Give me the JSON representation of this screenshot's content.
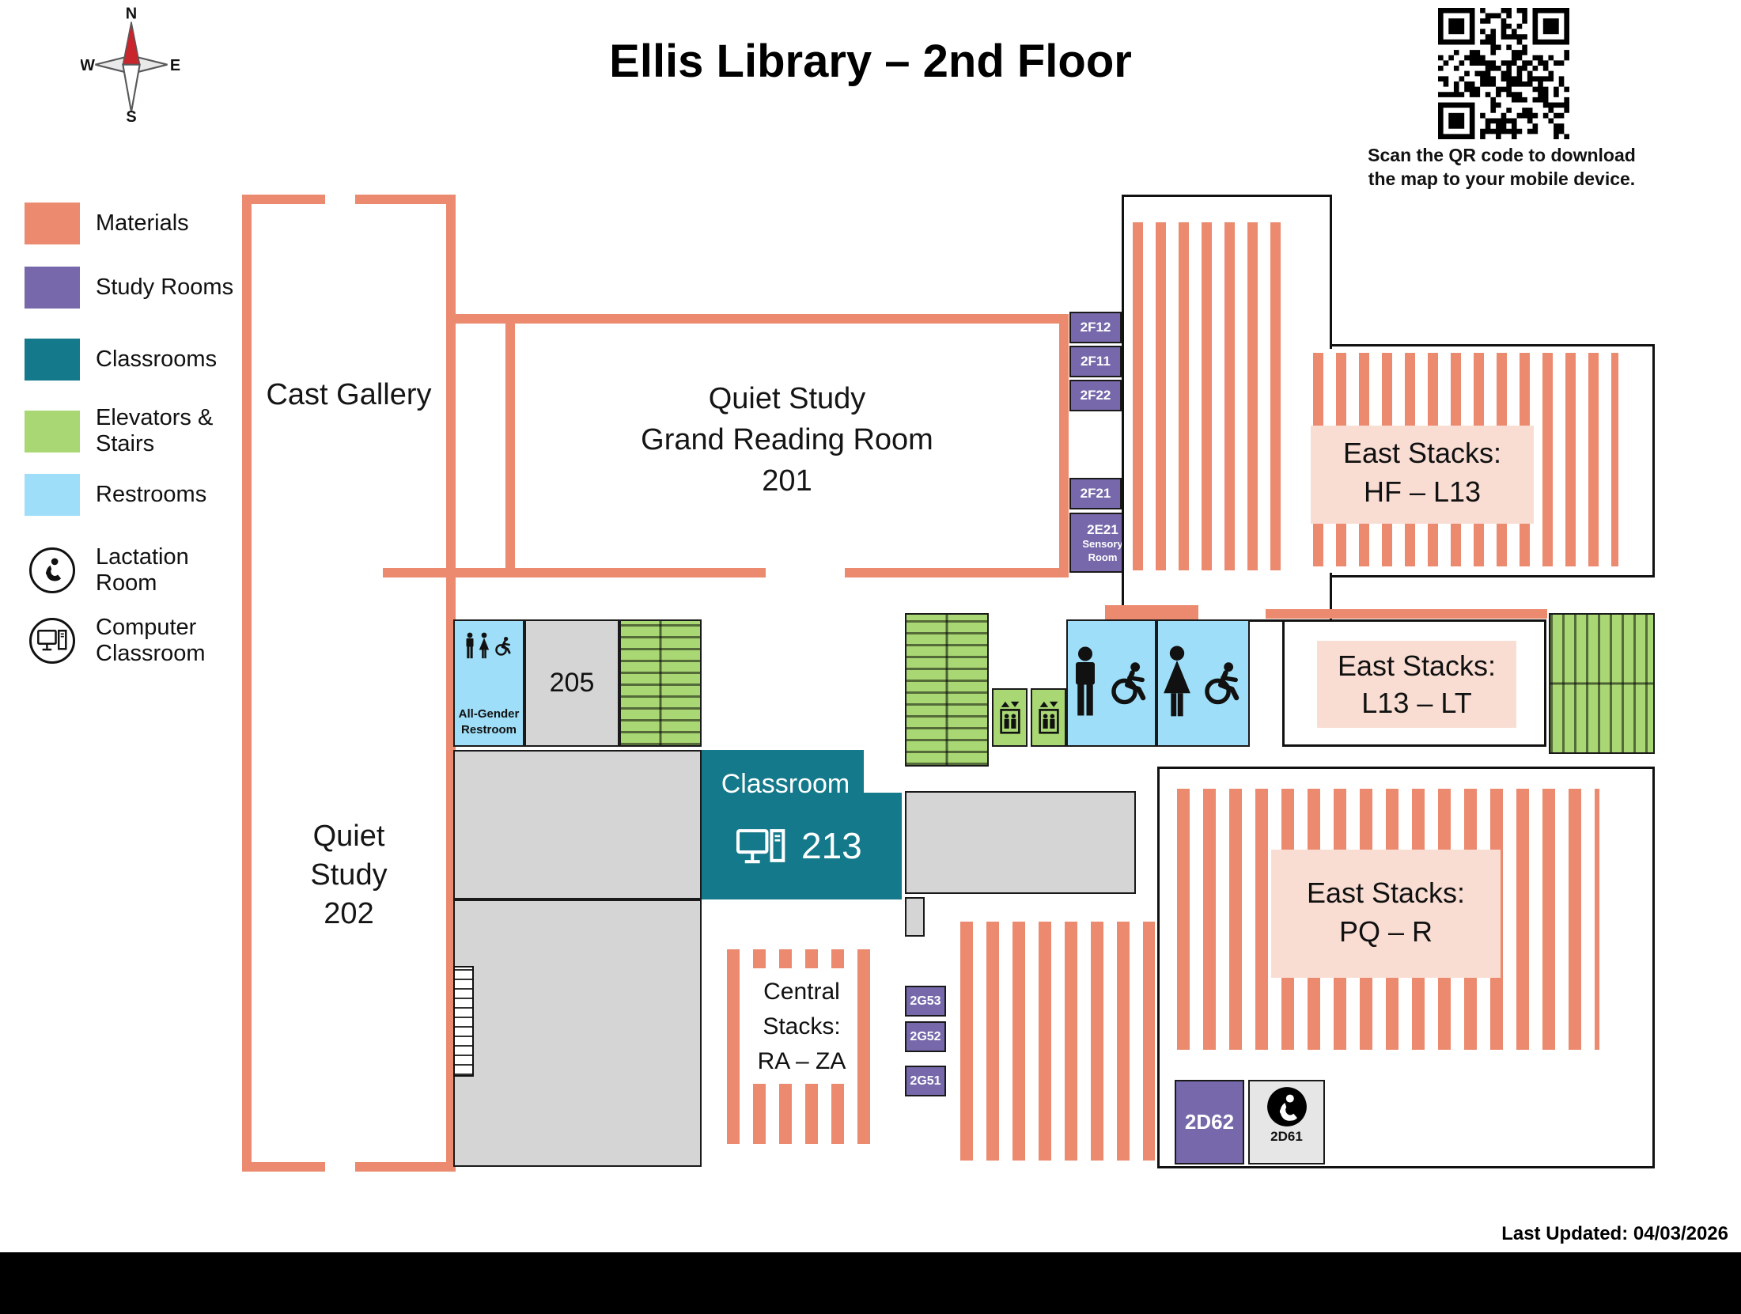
{
  "title": "Ellis Library – 2nd Floor",
  "compass": {
    "n": "N",
    "e": "E",
    "s": "S",
    "w": "W"
  },
  "qr": {
    "caption_line1": "Scan the QR code to download",
    "caption_line2": "the map to your mobile device."
  },
  "legend": [
    {
      "label": "Materials",
      "color": "#EC8A6F"
    },
    {
      "label": "Study Rooms",
      "color": "#7668AA"
    },
    {
      "label": "Classrooms",
      "color": "#14798A"
    },
    {
      "label": "Elevators & Stairs",
      "color": "#A8D773"
    },
    {
      "label": "Restrooms",
      "color": "#9EDEF8"
    },
    {
      "label": "Lactation Room",
      "icon": "lactation-icon"
    },
    {
      "label": "Computer Classroom",
      "icon": "computer-icon"
    }
  ],
  "rooms": {
    "cast_gallery": "Cast Gallery",
    "reading_room": {
      "l1": "Quiet Study",
      "l2": "Grand Reading Room",
      "l3": "201"
    },
    "quiet_study": {
      "l1": "Quiet",
      "l2": "Study",
      "l3": "202"
    },
    "room_205": "205",
    "all_gender_restroom": {
      "l1": "All-Gender",
      "l2": "Restroom"
    },
    "classroom_213": {
      "name": "Classroom",
      "number": "213"
    },
    "sensory_room": {
      "l1": "2E21",
      "l2": "Sensory Room"
    },
    "f12": "2F12",
    "f11": "2F11",
    "f22": "2F22",
    "f21": "2F21",
    "g53": "2G53",
    "g52": "2G52",
    "g51": "2G51",
    "d62": "2D62",
    "d61": "2D61"
  },
  "stacks": {
    "east_hf": {
      "l1": "East Stacks:",
      "l2": "HF – L13"
    },
    "east_lt": {
      "l1": "East Stacks:",
      "l2": "L13 – LT"
    },
    "east_pq": {
      "l1": "East Stacks:",
      "l2": "PQ – R"
    },
    "central": {
      "l1": "Central",
      "l2": "Stacks:",
      "l3": "RA – ZA"
    }
  },
  "footer": {
    "last_updated": "Last Updated: 04/03/2026"
  }
}
